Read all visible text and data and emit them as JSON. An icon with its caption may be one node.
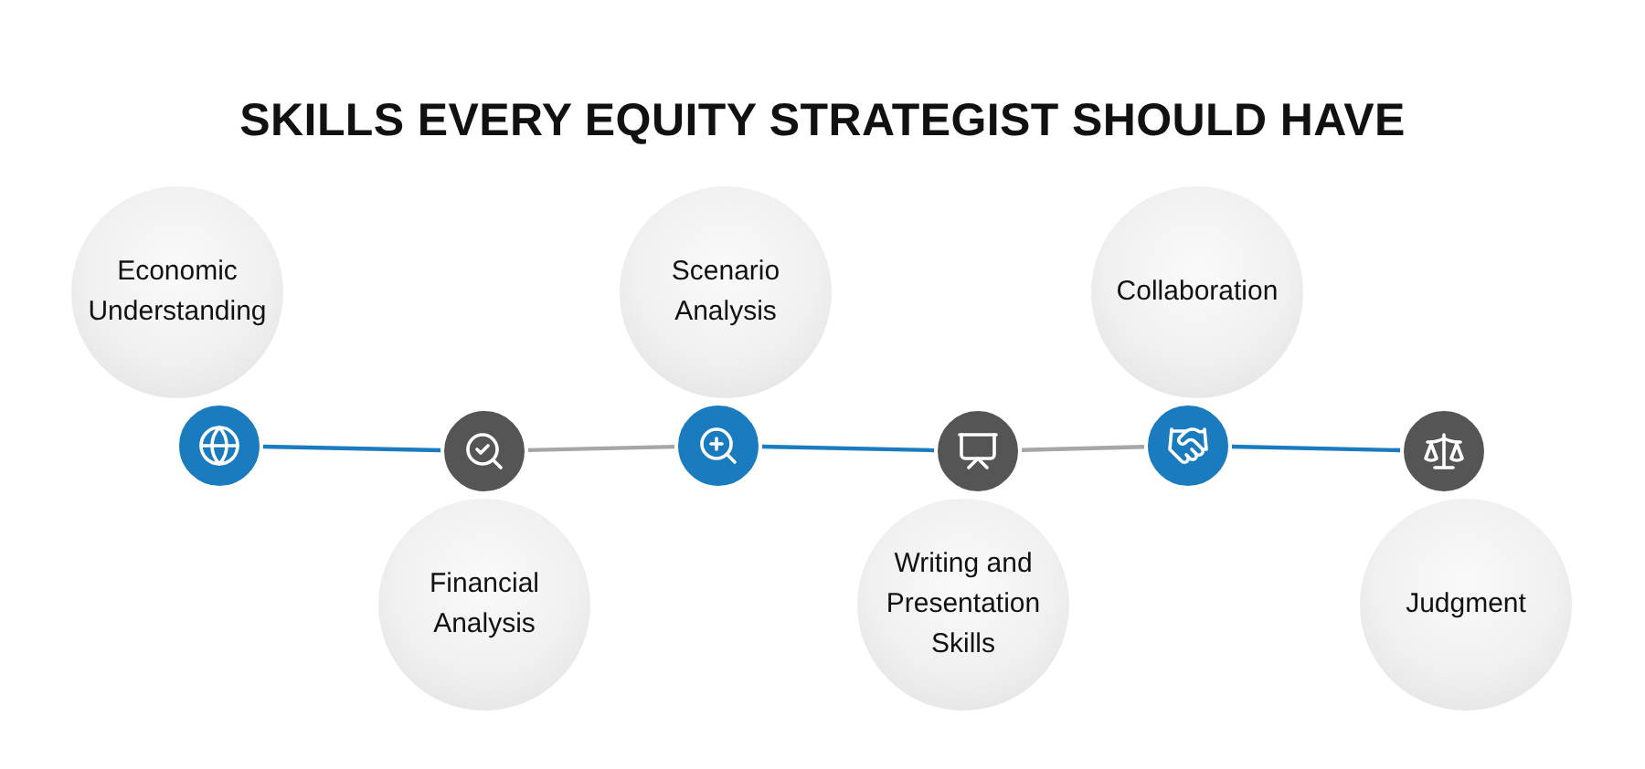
{
  "diagram": {
    "title": "SKILLS EVERY EQUITY STRATEGIST SHOULD HAVE",
    "nodes": [
      {
        "text": [
          "Economic Understanding"
        ]
      },
      {
        "text": [],
        "shape": "circle"
      },
      {
        "text": [],
        "shape": "circle"
      },
      {
        "text": [
          "Financial Analysis"
        ]
      },
      {
        "text": [
          "Scenario Analysis"
        ]
      },
      {
        "text": [],
        "shape": "circle"
      },
      {
        "text": [],
        "shape": "circle"
      },
      {
        "text": [
          "Writing and Presentation Skills"
        ]
      },
      {
        "text": [
          "Collaboration"
        ]
      },
      {
        "text": [],
        "shape": "circle"
      },
      {
        "text": [],
        "shape": "circle"
      },
      {
        "text": [
          "Judgment"
        ]
      }
    ],
    "edges": [
      {
        "from": 1,
        "to": 2,
        "arrow": "none"
      },
      {
        "from": 2,
        "to": 5,
        "arrow": "none",
        "color": "#a6a6a6"
      },
      {
        "from": 5,
        "to": 6,
        "arrow": "none"
      },
      {
        "from": 6,
        "to": 9,
        "arrow": "none",
        "color": "#a6a6a6"
      },
      {
        "from": 9,
        "to": 10,
        "arrow": "none"
      }
    ]
  }
}
